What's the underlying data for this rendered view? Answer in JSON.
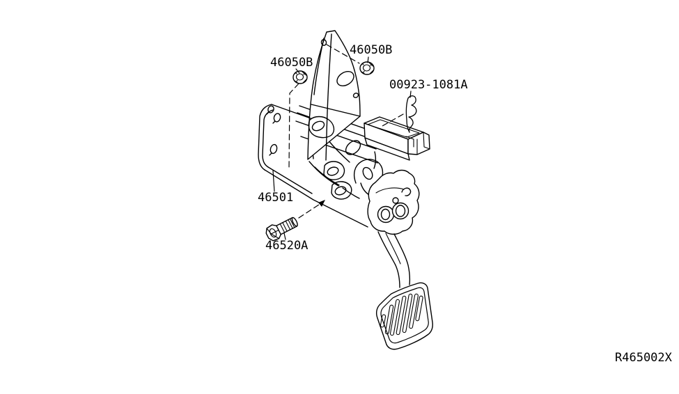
{
  "diagram": {
    "background_color": "#ffffff",
    "line_color": "#000000",
    "reference_code": "R465002X",
    "part_labels": [
      {
        "part": "mounting-nut-upper-left",
        "text": "46050B"
      },
      {
        "part": "mounting-nut-upper-right",
        "text": "46050B"
      },
      {
        "part": "snap-pin-clip",
        "text": "00923-1081A"
      },
      {
        "part": "brake-pedal-bracket-assembly",
        "text": "46501"
      },
      {
        "part": "stopper-bolt",
        "text": "46520A"
      }
    ]
  }
}
